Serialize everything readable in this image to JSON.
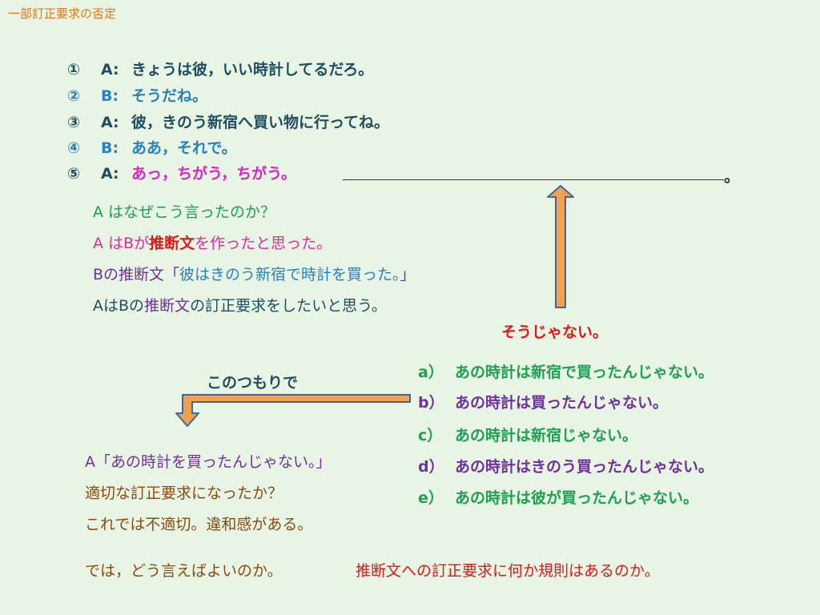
{
  "slide": {
    "title": "一部訂正要求の否定",
    "colors": {
      "background": "#e8f5e4",
      "title": "#e07820",
      "dark": "#1f4e5f",
      "blue": "#2a7fc0",
      "magenta": "#e020c8",
      "green": "#1ea050",
      "pink": "#e8289a",
      "red": "#e01818",
      "purple": "#7030a0",
      "brown": "#8a4a10",
      "arrow_fill": "#f0a050",
      "arrow_stroke": "#3a6a9a"
    },
    "dialogue": [
      {
        "num": "①",
        "speaker": "A:",
        "text": "きょうは彼，いい時計してるだろ。"
      },
      {
        "num": "②",
        "speaker": "B:",
        "text": "そうだね。"
      },
      {
        "num": "③",
        "speaker": "A:",
        "text": "彼，きのう新宿へ買い物に行ってね。"
      },
      {
        "num": "④",
        "speaker": "B:",
        "text": "ああ，それで。"
      },
      {
        "num": "⑤",
        "speaker": "A:",
        "text": "あっ，ちがう，ちがう。"
      }
    ],
    "blank_period": "。",
    "explanation": {
      "line1": "A はなぜこう言ったのか？",
      "line2_pre": "A はBが",
      "line2_em": "推断文",
      "line2_post": "を作ったと思った。",
      "line3_pre": "Bの推断文「",
      "line3_quote": "彼はきのう新宿で時計を買った。",
      "line3_post": "」",
      "line4_pre": "AはBの",
      "line4_em": "推断文",
      "line4_post": "の訂正要求をしたいと思う。"
    },
    "sou_ja_nai": "そうじゃない。",
    "kono_tsumori": "このつもりで",
    "options": [
      {
        "label": "a）",
        "text": "あの時計は新宿で買ったんじゃない。"
      },
      {
        "label": "b）",
        "text": "あの時計は買ったんじゃない。"
      },
      {
        "label": "c）",
        "text": "あの時計は新宿じゃない。"
      },
      {
        "label": "d）",
        "text": "あの時計はきのう買ったんじゃない。"
      },
      {
        "label": "e）",
        "text": "あの時計は彼が買ったんじゃない。"
      }
    ],
    "answer": {
      "line1": "A「あの時計を買ったんじゃない。」",
      "line2": "適切な訂正要求になったか？",
      "line3": "これでは不適切。違和感がある。"
    },
    "bottom": {
      "left": "では，どう言えばよいのか。",
      "right": "推断文への訂正要求に何か規則はあるのか。"
    }
  }
}
